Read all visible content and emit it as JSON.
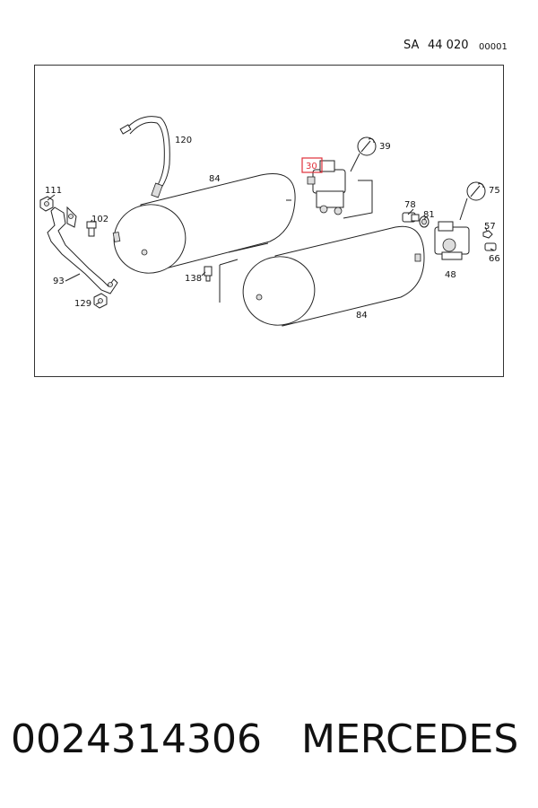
{
  "header": {
    "sa": "SA",
    "group": "44 020",
    "sheet": "00001"
  },
  "diagram": {
    "highlight_color": "#e0303a",
    "labels": {
      "p120": "120",
      "p84a": "84",
      "p111": "111",
      "p102": "102",
      "p93": "93",
      "p129": "129",
      "p138": "138",
      "p30": "30",
      "p39": "39",
      "p78": "78",
      "p81": "81",
      "p75": "75",
      "p57": "57",
      "p66": "66",
      "p48": "48",
      "p84b": "84"
    },
    "icons": [
      "wrench-icon",
      "wrench-icon"
    ]
  },
  "footer": {
    "part_number": "0024314306",
    "brand": "MERCEDES"
  }
}
